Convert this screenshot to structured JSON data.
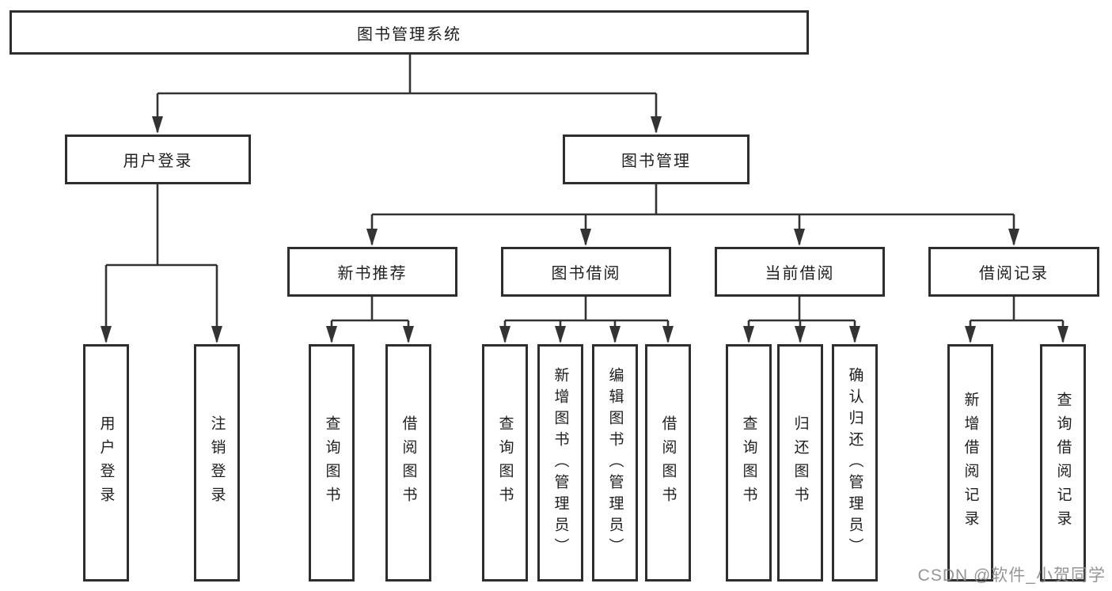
{
  "diagram": {
    "title_note": "library management system function structure diagram",
    "root": {
      "label": "图书管理系统"
    },
    "level2": {
      "user_login": {
        "label": "用户登录"
      },
      "book_mgmt": {
        "label": "图书管理"
      }
    },
    "level3": {
      "new_book_recommend": {
        "label": "新书推荐"
      },
      "book_borrow": {
        "label": "图书借阅"
      },
      "current_borrow": {
        "label": "当前借阅"
      },
      "borrow_record": {
        "label": "借阅记录"
      }
    },
    "leaves": {
      "user_login": {
        "label": "用户登录"
      },
      "logout": {
        "label": "注销登录"
      },
      "nb_query_book": {
        "label": "查询图书"
      },
      "nb_borrow_book": {
        "label": "借阅图书"
      },
      "bb_query_book": {
        "label": "查询图书"
      },
      "bb_add_book": {
        "label": "新增图书（管理员）"
      },
      "bb_edit_book": {
        "label": "编辑图书（管理员）"
      },
      "bb_borrow_book": {
        "label": "借阅图书"
      },
      "cb_query_book": {
        "label": "查询图书"
      },
      "cb_return_book": {
        "label": "归还图书"
      },
      "cb_confirm": {
        "label": "确认归还（管理员）"
      },
      "br_add_record": {
        "label": "新增借阅记录"
      },
      "br_query_record": {
        "label": "查询借阅记录"
      }
    },
    "watermark": "CSDN @软件_小贺同学",
    "colors": {
      "line": "#333333",
      "border": "#2e2e2e",
      "background": "#ffffff",
      "text": "#1f1f1f",
      "watermark": "#8d8d8d"
    }
  }
}
